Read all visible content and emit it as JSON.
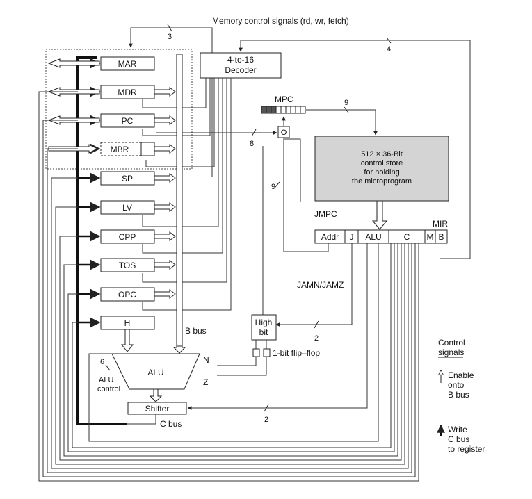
{
  "diagram": {
    "memory_signals_label": "Memory control signals (rd, wr, fetch)",
    "mem_width": "3",
    "decoder_width": "4",
    "decoder_line1": "4-to-16",
    "decoder_line2": "Decoder",
    "mpc_label": "MPC",
    "mpc_width": "9",
    "control_store": [
      "512 × 36-Bit",
      "control store",
      "for holding",
      "the microprogram"
    ],
    "or_symbol": "O",
    "mbr_width": "8",
    "jmpc_width": "9",
    "jmpc_label": "JMPC",
    "mir_label": "MIR",
    "mir_fields": [
      "Addr",
      "J",
      "ALU",
      "C",
      "M",
      "B"
    ],
    "jam_label": "JAMN/JAMZ",
    "jam_width": "2",
    "high_bit_line1": "High",
    "high_bit_line2": "bit",
    "flipflop_label": "1-bit flip–flop",
    "b_bus_label": "B bus",
    "c_bus_label": "C bus",
    "alu_label": "ALU",
    "n_label": "N",
    "z_label": "Z",
    "alu_control_width": "6",
    "alu_control_line1": "ALU",
    "alu_control_line2": "control",
    "shifter_label": "Shifter",
    "shifter_width": "2",
    "registers": [
      "MAR",
      "MDR",
      "PC",
      "MBR",
      "SP",
      "LV",
      "CPP",
      "TOS",
      "OPC",
      "H"
    ],
    "legend": {
      "title_line1": "Control",
      "title_line2": "signals",
      "enable_line1": "Enable",
      "enable_line2": "onto",
      "enable_line3": "B bus",
      "write_line1": "Write",
      "write_line2": "C bus",
      "write_line3": "to register"
    },
    "colors": {
      "control_store_fill": "#d4d4d4",
      "line": "#333333"
    }
  }
}
